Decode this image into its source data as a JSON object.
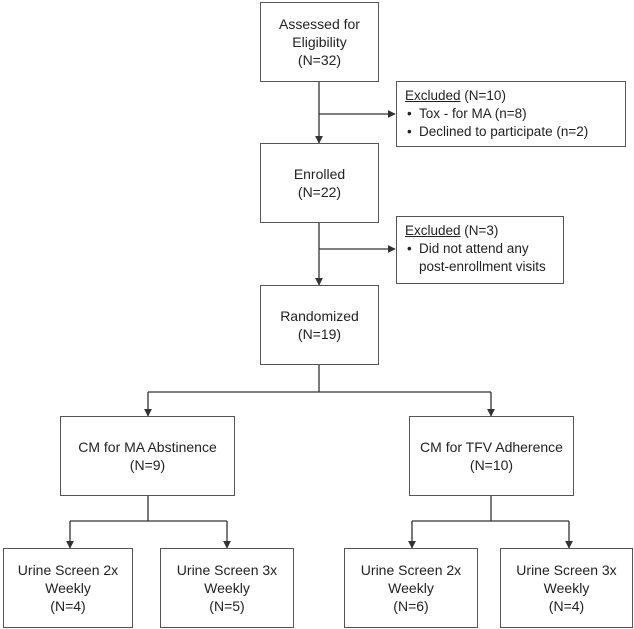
{
  "colors": {
    "line": "#333333",
    "border": "#555555",
    "text": "#222222",
    "background": "#ffffff"
  },
  "boxes": {
    "assessed": {
      "lines": [
        "Assessed for",
        "Eligibility",
        "(N=32)"
      ]
    },
    "enrolled": {
      "lines": [
        "Enrolled",
        "(N=22)"
      ]
    },
    "randomized": {
      "lines": [
        "Randomized",
        "(N=19)"
      ]
    },
    "cm_ma": {
      "lines": [
        "CM for MA Abstinence",
        "(N=9)"
      ]
    },
    "cm_tfv": {
      "lines": [
        "CM for TFV Adherence",
        "(N=10)"
      ]
    },
    "urine_1": {
      "lines": [
        "Urine Screen 2x",
        "Weekly",
        "(N=4)"
      ]
    },
    "urine_2": {
      "lines": [
        "Urine Screen 3x",
        "Weekly",
        "(N=5)"
      ]
    },
    "urine_3": {
      "lines": [
        "Urine Screen 2x",
        "Weekly",
        "(N=6)"
      ]
    },
    "urine_4": {
      "lines": [
        "Urine Screen 3x",
        "Weekly",
        "(N=4)"
      ]
    }
  },
  "excluded_1": {
    "heading": "Excluded",
    "count": " (N=10)",
    "items": [
      "Tox - for MA (n=8)",
      "Declined to participate (n=2)"
    ]
  },
  "excluded_2": {
    "heading": "Excluded",
    "count": " (N=3)",
    "items": [
      "Did not attend any",
      "post-enrollment visits"
    ]
  },
  "bullet_glyph": "•"
}
